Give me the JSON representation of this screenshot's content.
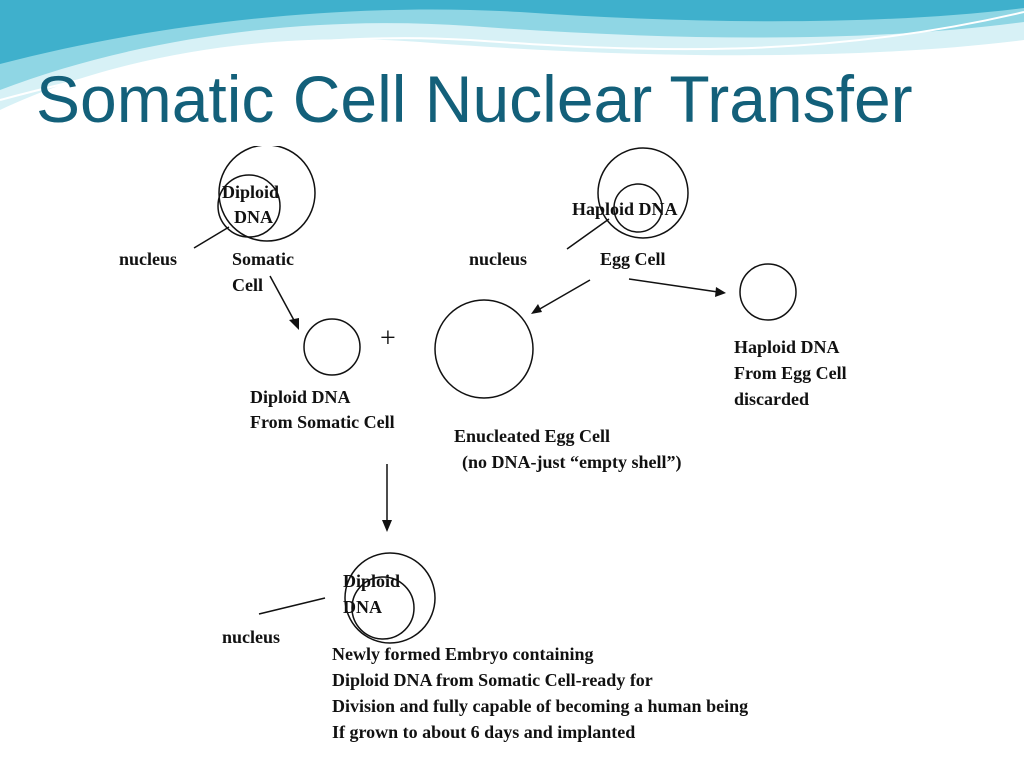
{
  "slide": {
    "title": "Somatic Cell Nuclear Transfer",
    "colors": {
      "title": "#13607a",
      "wave_light": "#cfeff4",
      "wave_mid": "#7fd0e0",
      "wave_dark": "#39aac8"
    }
  },
  "diagram": {
    "somatic": {
      "nucleus_label": "nucleus",
      "dna_line1": "Diploid",
      "dna_line2": "DNA",
      "cell_line1": "Somatic",
      "cell_line2": "Cell"
    },
    "egg": {
      "nucleus_label": "nucleus",
      "dna_label": "Haploid DNA",
      "cell_label": "Egg Cell"
    },
    "plus_sign": "+",
    "diploid_from_somatic": {
      "line1": "Diploid DNA",
      "line2": "From Somatic Cell"
    },
    "enucleated": {
      "line1": "Enucleated Egg Cell",
      "line2": "(no DNA-just “empty shell”)"
    },
    "haploid_discarded": {
      "line1": "Haploid DNA",
      "line2": "From Egg Cell",
      "line3": "discarded"
    },
    "embryo": {
      "nucleus_label": "nucleus",
      "dna_line1": "Diploid",
      "dna_line2": "DNA",
      "desc": [
        "Newly formed Embryo containing",
        "Diploid DNA from Somatic Cell-ready for",
        "Division and fully capable of becoming a human being",
        "If grown to about 6 days and implanted"
      ]
    }
  }
}
